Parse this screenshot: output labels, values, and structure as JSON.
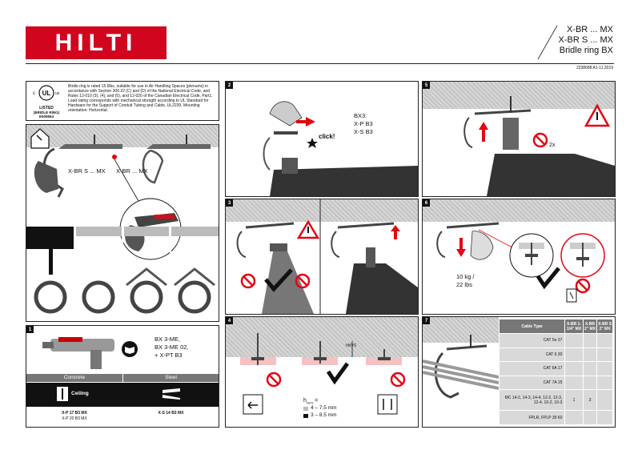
{
  "header": {
    "brand": "HILTI",
    "title_line1": "X-BR ... MX",
    "title_line2": "X-BR S ... MX",
    "title_line3": "Bridle ring BX",
    "doc_number": "2238688 A1-11.2019"
  },
  "ul_badge": {
    "mark": "UL",
    "c": "c",
    "us": "us",
    "listed": "LISTED",
    "product": "(BRIDLE RING)",
    "file": "E505654"
  },
  "ul_text": "Bridle ring is rated 15.6lbs, suitable for use in Air Handling Spaces (plenums) in accordance with Section 300.22 (C) and (D) of the National Electrical Code, and Rules 12-010 (3), (4), and (5), and 12-020 of the Canadian Electrical Code, Part1. Load rating corresponds with mechanical strength according to UL Standard for Hardware for the Support of Conduit Tubing and Cable, UL2239. Mounting orientation: Horizontal.",
  "overview": {
    "label_left": "X-BR S ... MX",
    "label_right": "X-BR ... MX"
  },
  "panel1": {
    "number": "1",
    "tools": [
      "BX 3-ME,",
      "BX 3-ME 02,",
      "+ X-PT B3"
    ],
    "concrete_header": "Concrete",
    "steel_header": "Steel",
    "ceiling_label": "Ceiling",
    "concrete_pins": [
      "X-P 17 B3 MX",
      "X-P 20 B3 MX"
    ],
    "steel_pin": "X-S 14 B3 MX"
  },
  "panel2": {
    "number": "2",
    "click": "click!",
    "tool_lines": [
      "BX3:",
      "X-P B3",
      "X-S B3"
    ]
  },
  "panel3": {
    "number": "3"
  },
  "panel4": {
    "number": "4",
    "hnvs_label": "h",
    "hnvs_sub": "NVS",
    "hnvs_eq": "=",
    "range1": "4 – 7.5 mm",
    "range2": "3 – 8.5 mm",
    "hnvs_tag": "hNVS"
  },
  "panel5": {
    "number": "5",
    "times": "2x"
  },
  "panel6": {
    "number": "6",
    "load1": "10 kg /",
    "load2": "22 lbs"
  },
  "panel7": {
    "number": "7",
    "headers": [
      "Cable Type",
      "X-BR 1-1/4\" MX",
      "X-BR 2\" MX",
      "X-BR S 2\" MX"
    ],
    "rows": [
      [
        "CAT 5e 37",
        "",
        "",
        ""
      ],
      [
        "CAT 6 30",
        "",
        "",
        ""
      ],
      [
        "CAT 6A 17",
        "",
        "",
        ""
      ],
      [
        "CAT 7A 15",
        "",
        "",
        ""
      ],
      [
        "MC 14-2, 14-3, 14-4, 12-2, 12-3, 12-4, 10-2, 10-3",
        "1",
        "3",
        ""
      ],
      [
        "FPLR, FPLP 39 60",
        "",
        "",
        ""
      ]
    ]
  },
  "colors": {
    "brand_red": "#d2051e",
    "prohibit_red": "#e30613",
    "warning_red": "#e30613"
  }
}
